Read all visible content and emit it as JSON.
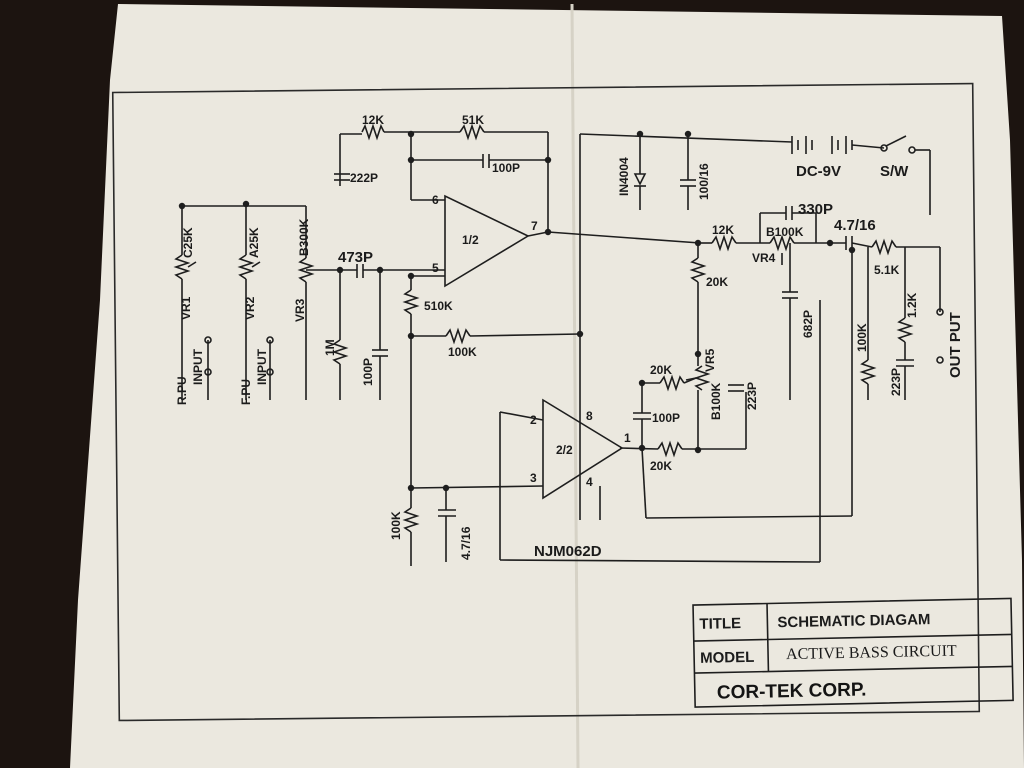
{
  "schematic": {
    "colors": {
      "paper": "#ebe8df",
      "ink": "#1e1e1e",
      "background": "#1c1410"
    },
    "components": {
      "r_12k_top": "12K",
      "r_51k_top": "51K",
      "c_222p": "222P",
      "c_100p_top": "100P",
      "pin_6": "6",
      "pin_5": "5",
      "pin_7": "7",
      "opamp1_label": "1/2",
      "opamp2_label": "2/2",
      "pin_2": "2",
      "pin_3": "3",
      "pin_8": "8",
      "pin_1": "1",
      "pin_4": "4",
      "vr1": "VR1",
      "vr1_val": "C25K",
      "vr2": "VR2",
      "vr2_val": "A25K",
      "vr3": "VR3",
      "vr3_val": "B300K",
      "input1": "R.PU",
      "input1_b": "INPUT",
      "input2": "F.PU",
      "input2_b": "INPUT",
      "c_473p": "473P",
      "r_1m": "1M",
      "c_100p_left": "100P",
      "r_510k": "510K",
      "r_100k_mid": "100K",
      "diode": "IN4004",
      "c_100_16": "100/16",
      "battery": "DC-9V",
      "switch": "S/W",
      "r_12k_right": "12K",
      "c_330p": "330P",
      "vr4_val": "B100K",
      "vr4": "VR4",
      "c_47_16_right": "4.7/16",
      "r_20k_mid": "20K",
      "c_682p": "682P",
      "r_51k_out": "5.1K",
      "r_12k_out": "1.2K",
      "r_100k_out": "100K",
      "c_223p_out": "223P",
      "output": "OUT PUT",
      "r_20k_in": "20K",
      "vr5": "VR5",
      "vr5_val": "B100K",
      "c_223p_mid": "223P",
      "c_100p_mid": "100P",
      "r_20k_fb": "20K",
      "r_100k_bias": "100K",
      "c_47_16_bias": "4.7/16",
      "ic": "NJM062D"
    },
    "title_block": {
      "title_label": "TITLE",
      "title_value": "SCHEMATIC DIAGAM",
      "model_label": "MODEL",
      "model_value": "ACTIVE BASS CIRCUIT",
      "company": "COR-TEK CORP."
    }
  }
}
